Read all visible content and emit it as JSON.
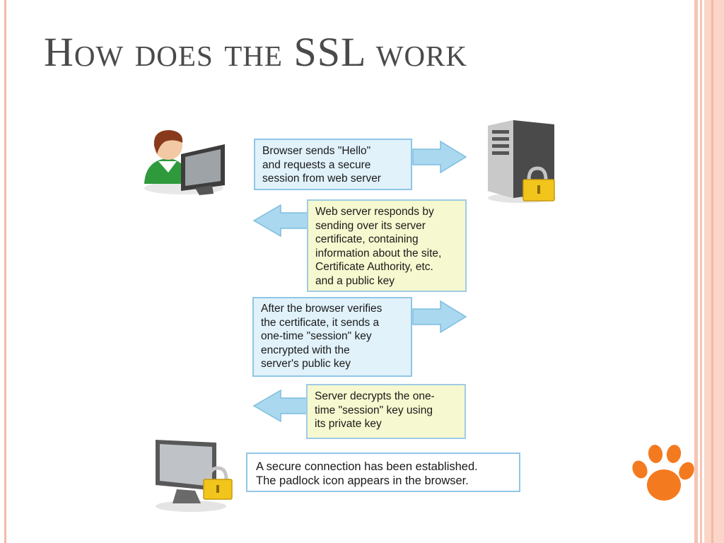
{
  "slide": {
    "title": "How does the SSL work"
  },
  "steps": [
    {
      "text": "Browser sends \"Hello\"\nand requests a secure\nsession from web server",
      "direction": "right"
    },
    {
      "text": "Web server responds by\nsending over its server\ncertificate, containing\ninformation about the site,\nCertificate Authority, etc.\nand a public key",
      "direction": "left"
    },
    {
      "text": "After the browser verifies\nthe certificate, it sends a\none-time \"session\" key\nencrypted with the\nserver's public key",
      "direction": "right"
    },
    {
      "text": "Server decrypts the one-\ntime \"session\" key using\nits private key",
      "direction": "left"
    }
  ],
  "result": {
    "text": "A secure connection has been established.\nThe padlock icon appears in the browser."
  },
  "icons": [
    "user-at-computer-icon",
    "server-with-padlock-icon",
    "monitor-with-padlock-icon",
    "paw-logo-icon"
  ],
  "colors": {
    "title": "#4a4a4a",
    "blue_box": "#e1f2fb",
    "yellow_box": "#f6f8cf",
    "arrow": "#a9d8ef",
    "padlock": "#f2c51c",
    "paw": "#f47a20",
    "frame": "#f3b9a6"
  }
}
